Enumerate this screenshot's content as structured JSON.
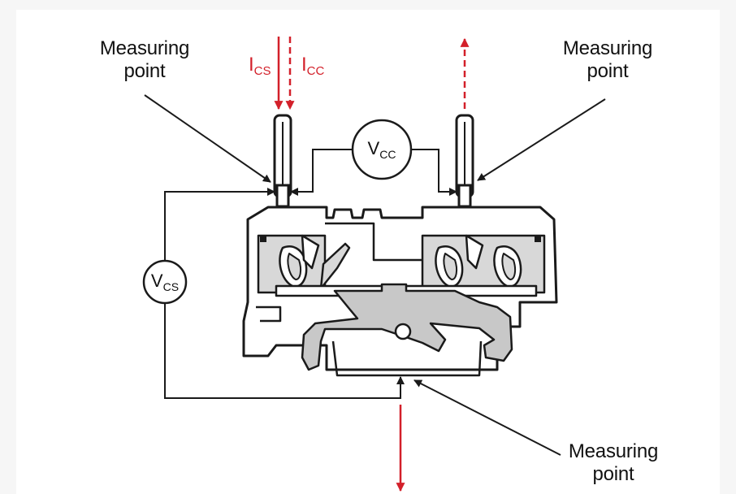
{
  "labels": {
    "mp_top_left": [
      "Measuring",
      "point"
    ],
    "mp_top_right": [
      "Measuring",
      "point"
    ],
    "mp_bottom_right": [
      "Measuring",
      "point"
    ]
  },
  "currents": {
    "i_cs": {
      "main": "I",
      "sub": "CS"
    },
    "i_cc": {
      "main": "I",
      "sub": "CC"
    }
  },
  "voltmeters": {
    "v_cc": {
      "main": "V",
      "sub": "CC"
    },
    "v_cs": {
      "main": "V",
      "sub": "CS"
    }
  },
  "colors": {
    "current_arrow": "#d3202a",
    "terminal_fill": "#d8d8d8",
    "line": "#1a1a1a",
    "background": "#f6f6f6"
  }
}
